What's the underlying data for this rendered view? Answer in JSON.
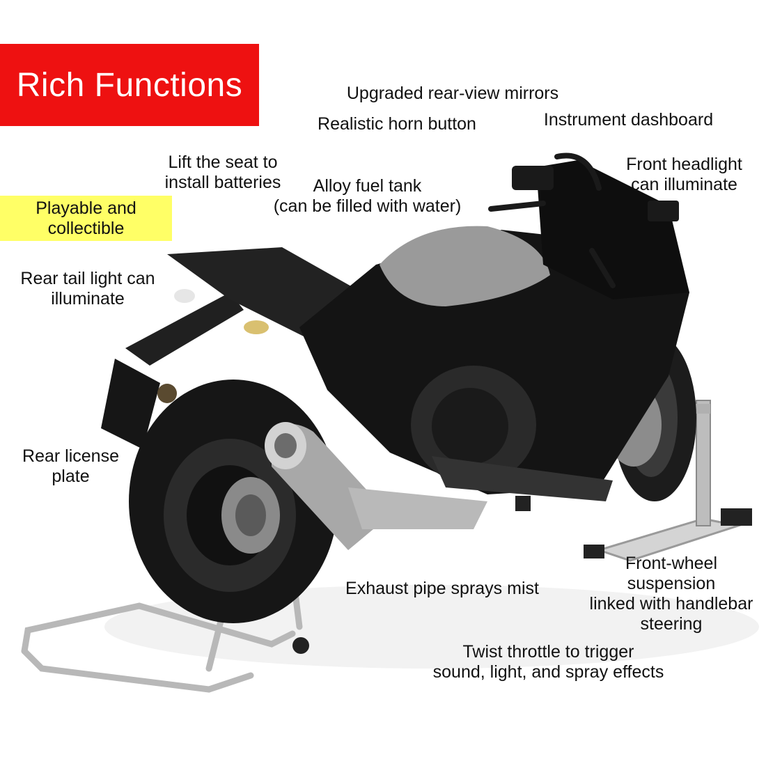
{
  "banner": {
    "title": "Rich Functions",
    "color": "#ee1111"
  },
  "highlight": {
    "text": "Playable and\ncollectible",
    "color": "#ffff66"
  },
  "labels": {
    "mirrors": "Upgraded rear-view mirrors",
    "horn": "Realistic horn button",
    "dashboard": "Instrument dashboard",
    "seat": "Lift the seat to\ninstall batteries",
    "fuel_tank": "Alloy fuel tank\n(can be filled with water)",
    "headlight": "Front headlight\ncan illuminate",
    "tail_light": "Rear tail light can\nilluminate",
    "license_plate": "Rear license\nplate",
    "exhaust": "Exhaust pipe sprays mist",
    "suspension": "Front-wheel\nsuspension\nlinked with handlebar\nsteering",
    "throttle": "Twist throttle to trigger\nsound, light, and spray effects"
  },
  "product": {
    "image": "motorcycle-model-with-paddock-stands",
    "colors": {
      "body": "#1a1a1a",
      "tank": "#9a9a9a",
      "stand": "#c8c8c8"
    }
  }
}
